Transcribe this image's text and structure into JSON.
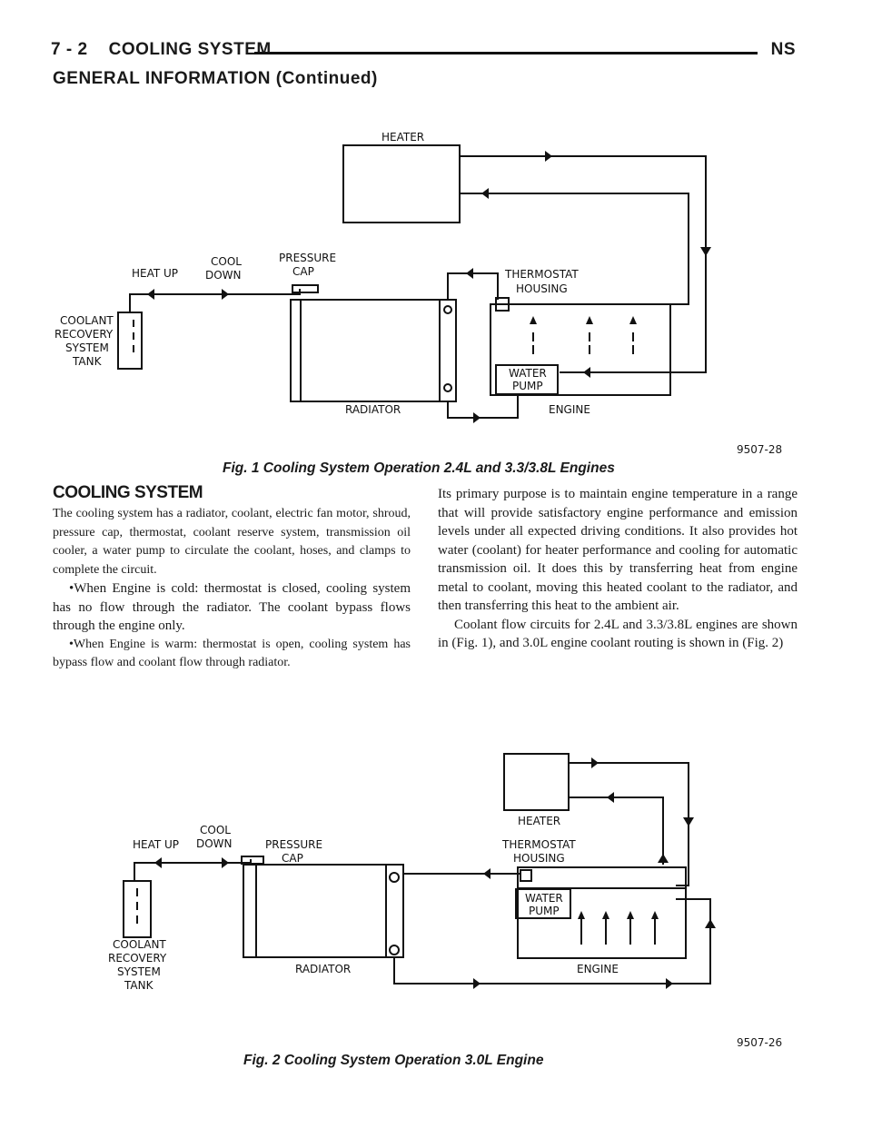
{
  "header": {
    "left": "7 - 2    COOLING SYSTEM",
    "right": "NS",
    "subtitle": "GENERAL INFORMATION (Continued)"
  },
  "figure1": {
    "labels": {
      "heater": "HEATER",
      "heat_up": "HEAT UP",
      "cool_down_1": "COOL",
      "cool_down_2": "DOWN",
      "pressure_cap_1": "PRESSURE",
      "pressure_cap_2": "CAP",
      "thermostat_1": "THERMOSTAT",
      "thermostat_2": "HOUSING",
      "tank_1": "COOLANT",
      "tank_2": "RECOVERY",
      "tank_3": "SYSTEM",
      "tank_4": "TANK",
      "water_pump_1": "WATER",
      "water_pump_2": "PUMP",
      "radiator": "RADIATOR",
      "engine": "ENGINE"
    },
    "id": "9507-28",
    "caption": "Fig. 1 Cooling System Operation 2.4L and 3.3/3.8L Engines"
  },
  "section": {
    "title": "COOLING SYSTEM",
    "left_paragraphs": {
      "p1": "The cooling system has a radiator, coolant, electric fan motor, shroud, pressure cap, thermostat, coolant reserve system, transmission oil cooler, a water pump to circulate the coolant, hoses, and clamps to complete the circuit.",
      "p2": "•When Engine is cold: thermostat is closed, cooling system has no flow through the radiator. The coolant bypass flows through the engine only.",
      "p3": "•When Engine is warm: thermostat is open, cooling system has bypass flow and coolant flow through radiator."
    },
    "right_paragraphs": {
      "p1": "Its primary purpose is to maintain engine temperature in a range that will provide satisfactory engine performance and emission levels under all expected driving conditions. It also provides hot water (coolant) for heater performance and cooling for automatic transmission oil. It does this by transferring heat from engine metal to coolant, moving this heated coolant to the radiator, and then transferring this heat to the ambient air.",
      "p2": "Coolant flow circuits for 2.4L and 3.3/3.8L engines are shown in (Fig. 1), and 3.0L engine coolant routing is shown in (Fig. 2)"
    }
  },
  "figure2": {
    "labels": {
      "heater": "HEATER",
      "heat_up": "HEAT UP",
      "cool_down_1": "COOL",
      "cool_down_2": "DOWN",
      "pressure_cap_1": "PRESSURE",
      "pressure_cap_2": "CAP",
      "thermostat_1": "THERMOSTAT",
      "thermostat_2": "HOUSING",
      "water_pump_1": "WATER",
      "water_pump_2": "PUMP",
      "tank_1": "COOLANT",
      "tank_2": "RECOVERY",
      "tank_3": "SYSTEM",
      "tank_4": "TANK",
      "radiator": "RADIATOR",
      "engine": "ENGINE"
    },
    "id": "9507-26",
    "caption": "Fig. 2 Cooling System Operation 3.0L Engine"
  }
}
